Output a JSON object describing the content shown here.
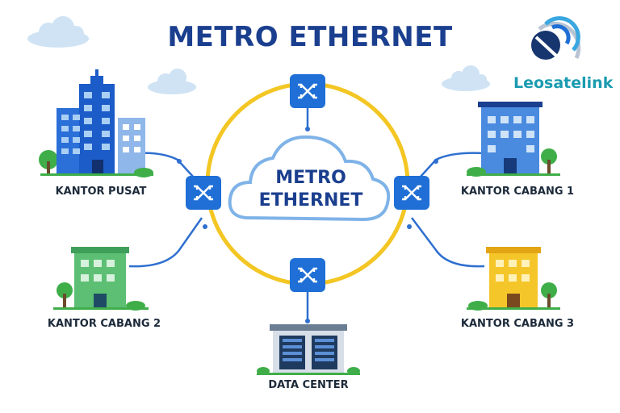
{
  "title": "METRO ETHERNET",
  "brand": {
    "name": "Leosatelink"
  },
  "cloud": {
    "line1": "METRO",
    "line2": "ETHERNET"
  },
  "nodes": {
    "kantor_pusat": "KANTOR PUSAT",
    "kantor_cabang_1": "KANTOR CABANG 1",
    "kantor_cabang_2": "KANTOR CABANG 2",
    "kantor_cabang_3": "KANTOR CABANG 3",
    "data_center": "DATA CENTER"
  },
  "colors": {
    "title": "#1b3f8f",
    "ring": "#f3c623",
    "link": "#2f6fcf",
    "switch": "#1f6fd6",
    "brand": "#1a9bb0"
  },
  "icons": [
    "switch-icon",
    "cloud-icon",
    "building-icon",
    "server-icon",
    "satellite-logo-icon"
  ]
}
